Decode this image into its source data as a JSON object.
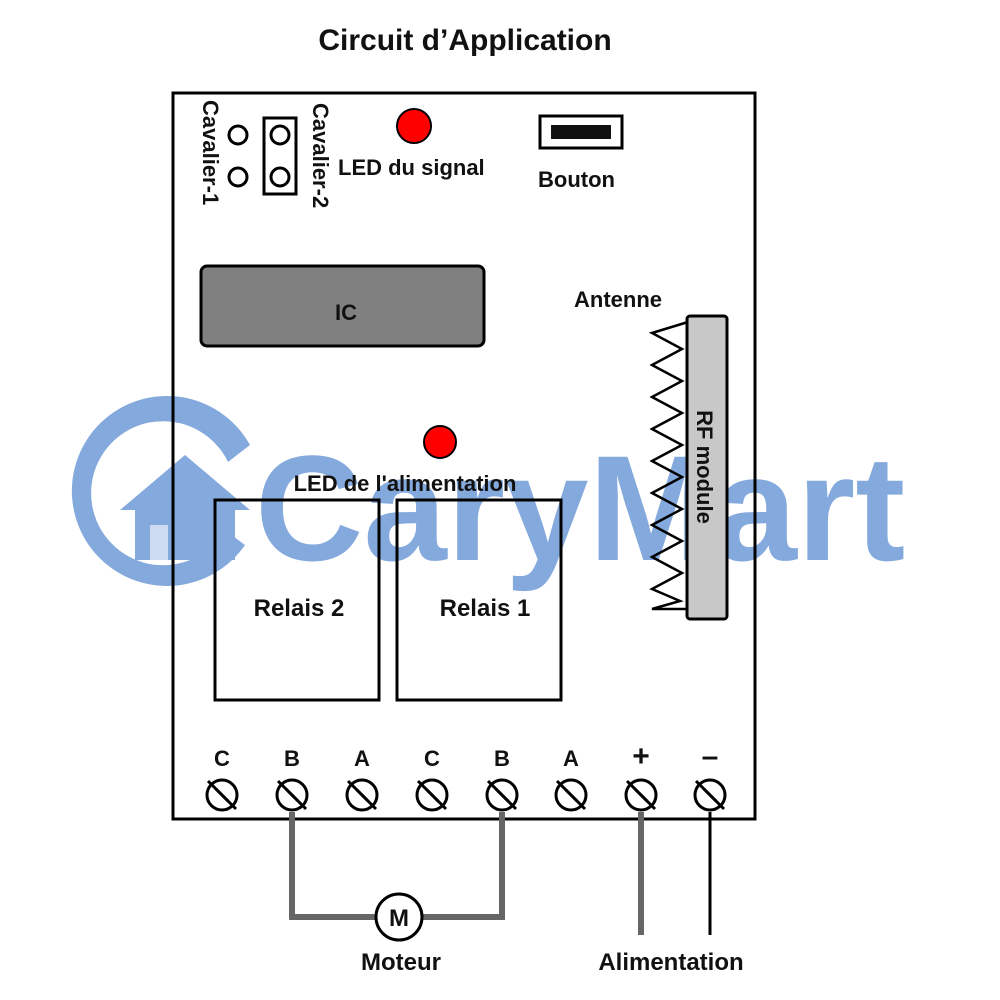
{
  "title": "Circuit d’Application",
  "watermark": {
    "text": "CaryMart",
    "color": "#6f9bd8"
  },
  "board": {
    "jumper1_label": "Cavalier-1",
    "jumper2_label": "Cavalier-2",
    "signal_led_label": "LED du signal",
    "button_label": "Bouton",
    "ic_label": "IC",
    "antenna_label": "Antenne",
    "rf_module_label": "RF module",
    "power_led_label": "LED de l'alimentation",
    "relay2_label": "Relais 2",
    "relay1_label": "Relais 1"
  },
  "terminals": {
    "labels": [
      "C",
      "B",
      "A",
      "C",
      "B",
      "A",
      "+",
      "–"
    ]
  },
  "external": {
    "motor_symbol": "M",
    "motor_label": "Moteur",
    "power_label": "Alimentation"
  },
  "colors": {
    "led": "#ff0000",
    "ic_fill": "#808080",
    "rf_module_fill": "#c8c8c8",
    "wire_gray": "#666666",
    "wire_black": "#000000"
  }
}
